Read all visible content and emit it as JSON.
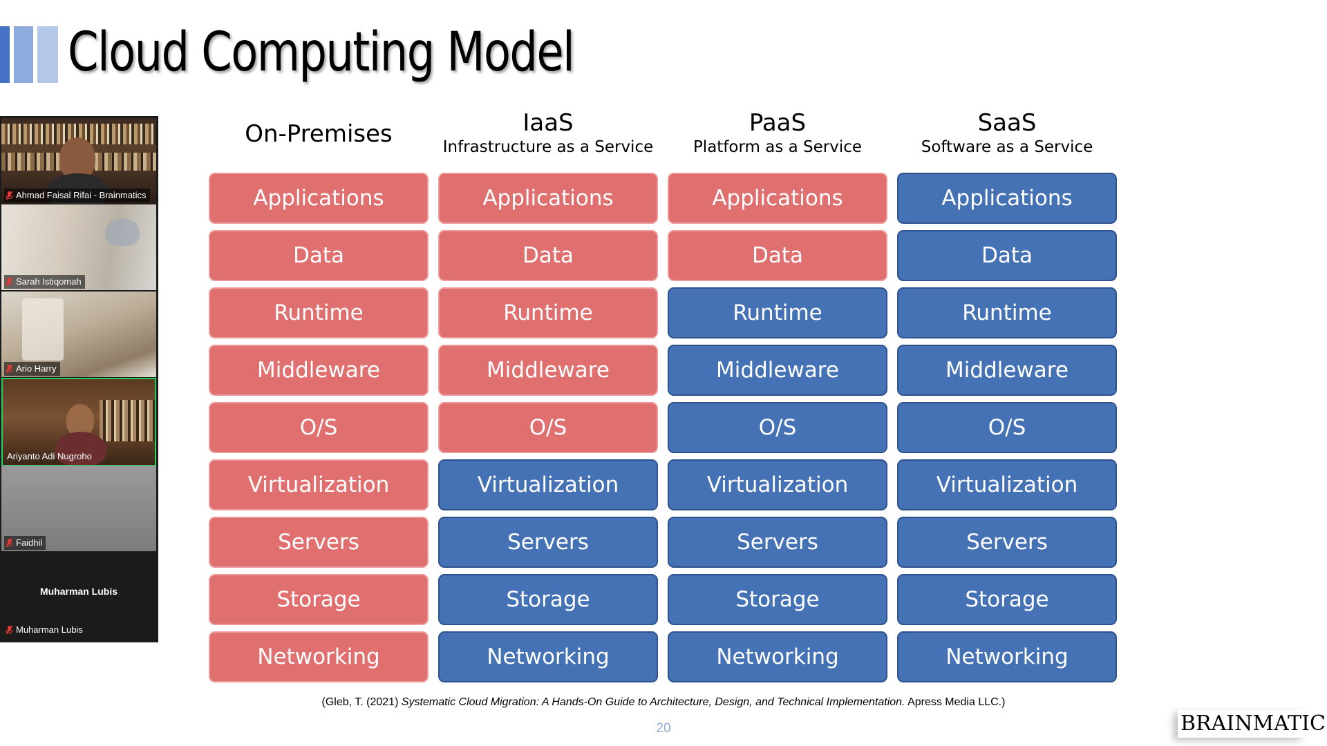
{
  "slide": {
    "title": "Cloud Computing Model",
    "citation_pre": "(Gleb, T. (2021) ",
    "citation_italic": "Systematic Cloud Migration: A Hands-On Guide to Architecture, Design, and Technical Implementation.",
    "citation_post": " Apress Media LLC.)",
    "page_number": "20",
    "logo_text": "BRAINMATICS"
  },
  "colors": {
    "customer_managed": "#e07070",
    "provider_managed": "#4472b4"
  },
  "columns": [
    {
      "heading": "On-Premises",
      "subtitle": "",
      "provider_layers": 0
    },
    {
      "heading": "IaaS",
      "subtitle": "Infrastructure as a Service",
      "provider_layers": 4
    },
    {
      "heading": "PaaS",
      "subtitle": "Platform as a Service",
      "provider_layers": 7
    },
    {
      "heading": "SaaS",
      "subtitle": "Software as a Service",
      "provider_layers": 9
    }
  ],
  "layers": [
    "Applications",
    "Data",
    "Runtime",
    "Middleware",
    "O/S",
    "Virtualization",
    "Servers",
    "Storage",
    "Networking"
  ],
  "participants": [
    {
      "name": "Ahmad Faisal Rifai - Brainmatics",
      "muted": true
    },
    {
      "name": "Sarah Istiqomah",
      "muted": true
    },
    {
      "name": "Ario Harry",
      "muted": true
    },
    {
      "name": "Ariyanto Adi Nugroho",
      "muted": false,
      "active_speaker": true
    },
    {
      "name": "Faidhil",
      "muted": true
    },
    {
      "name": "Muharman Lubis",
      "muted": true,
      "display_name": "Muharman Lubis"
    }
  ]
}
